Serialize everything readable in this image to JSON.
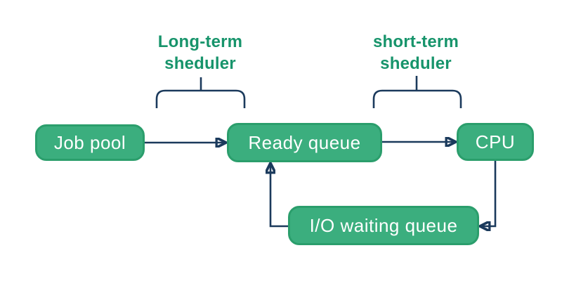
{
  "diagram": {
    "type": "flow-diagram",
    "nodes": [
      {
        "id": "job-pool",
        "label": "Job pool"
      },
      {
        "id": "ready-queue",
        "label": "Ready queue"
      },
      {
        "id": "cpu",
        "label": "CPU"
      },
      {
        "id": "io-waiting-queue",
        "label": "I/O waiting queue"
      }
    ],
    "annotations": [
      {
        "id": "long-term-scheduler",
        "line1": "Long-term",
        "line2": "sheduler"
      },
      {
        "id": "short-term-scheduler",
        "line1": "short-term",
        "line2": "sheduler"
      }
    ],
    "edges": [
      {
        "from": "job-pool",
        "to": "ready-queue"
      },
      {
        "from": "ready-queue",
        "to": "cpu"
      },
      {
        "from": "cpu",
        "to": "io-waiting-queue"
      },
      {
        "from": "io-waiting-queue",
        "to": "ready-queue"
      }
    ],
    "colors": {
      "node_fill": "#3BAE7E",
      "node_border": "#2B9E6C",
      "node_text": "#FFFFFF",
      "label_text": "#17946B",
      "connector": "#1B3A5C",
      "background": "#FFFFFF"
    }
  }
}
